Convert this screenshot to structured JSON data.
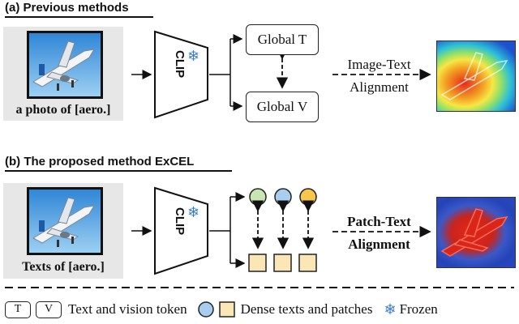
{
  "section_a": {
    "title": "(a) Previous methods",
    "caption": "a photo of [aero.]",
    "encoder": "CLIP",
    "global_t": "Global T",
    "global_v": "Global V",
    "alignment_line1": "Image-Text",
    "alignment_line2": "Alignment"
  },
  "section_b": {
    "title": "(b) The proposed method ExCEL",
    "caption": "Texts of [aero.]",
    "encoder": "CLIP",
    "alignment_line1": "Patch-Text",
    "alignment_line2": "Alignment"
  },
  "legend": {
    "token_t": "T",
    "token_v": "V",
    "token_label": "Text and vision token",
    "dense_label": "Dense texts and patches",
    "frozen_label": "Frozen"
  },
  "icons": [
    "airplane-photo",
    "snowflake-icon",
    "attention-heatmap"
  ],
  "colors": {
    "text_token_fill": "#b9dcf3",
    "patch_fill": "#fbe7b5",
    "circle_green": "#c9e6b2",
    "circle_blue": "#a9cdef",
    "circle_yellow": "#f7c64a",
    "token_border": "#222222",
    "snowflake": "#3a7dc9"
  }
}
